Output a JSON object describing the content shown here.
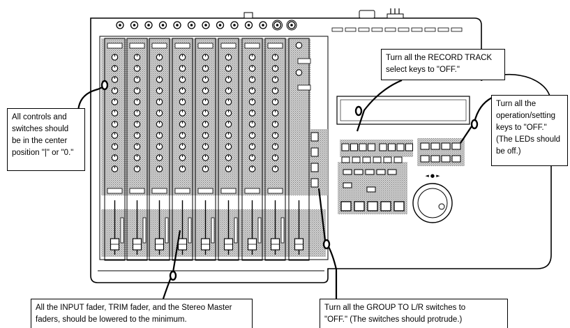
{
  "callouts": {
    "controls": {
      "lines": [
        "All controls and",
        "switches should",
        "be in the center",
        "position \"|\" or \"0.\""
      ]
    },
    "record_track": {
      "lines": [
        "Turn all the RECORD TRACK",
        "select keys to \"OFF.\""
      ]
    },
    "operation": {
      "lines": [
        "Turn all the",
        "operation/setting",
        "keys to \"OFF.\"",
        "(The LEDs should",
        "be off.)"
      ]
    },
    "faders": {
      "lines": [
        "All the INPUT fader, TRIM fader, and the Stereo Master",
        "faders, should be lowered to the minimum."
      ]
    },
    "group": {
      "lines": [
        "Turn all the GROUP TO L/R switches to",
        "\"OFF.\" (The switches should protrude.)"
      ]
    }
  },
  "colors": {
    "line": "#000000",
    "shade": "#b8b8b8",
    "background": "#ffffff"
  },
  "jog_wheel_label": "◄ ● ►"
}
